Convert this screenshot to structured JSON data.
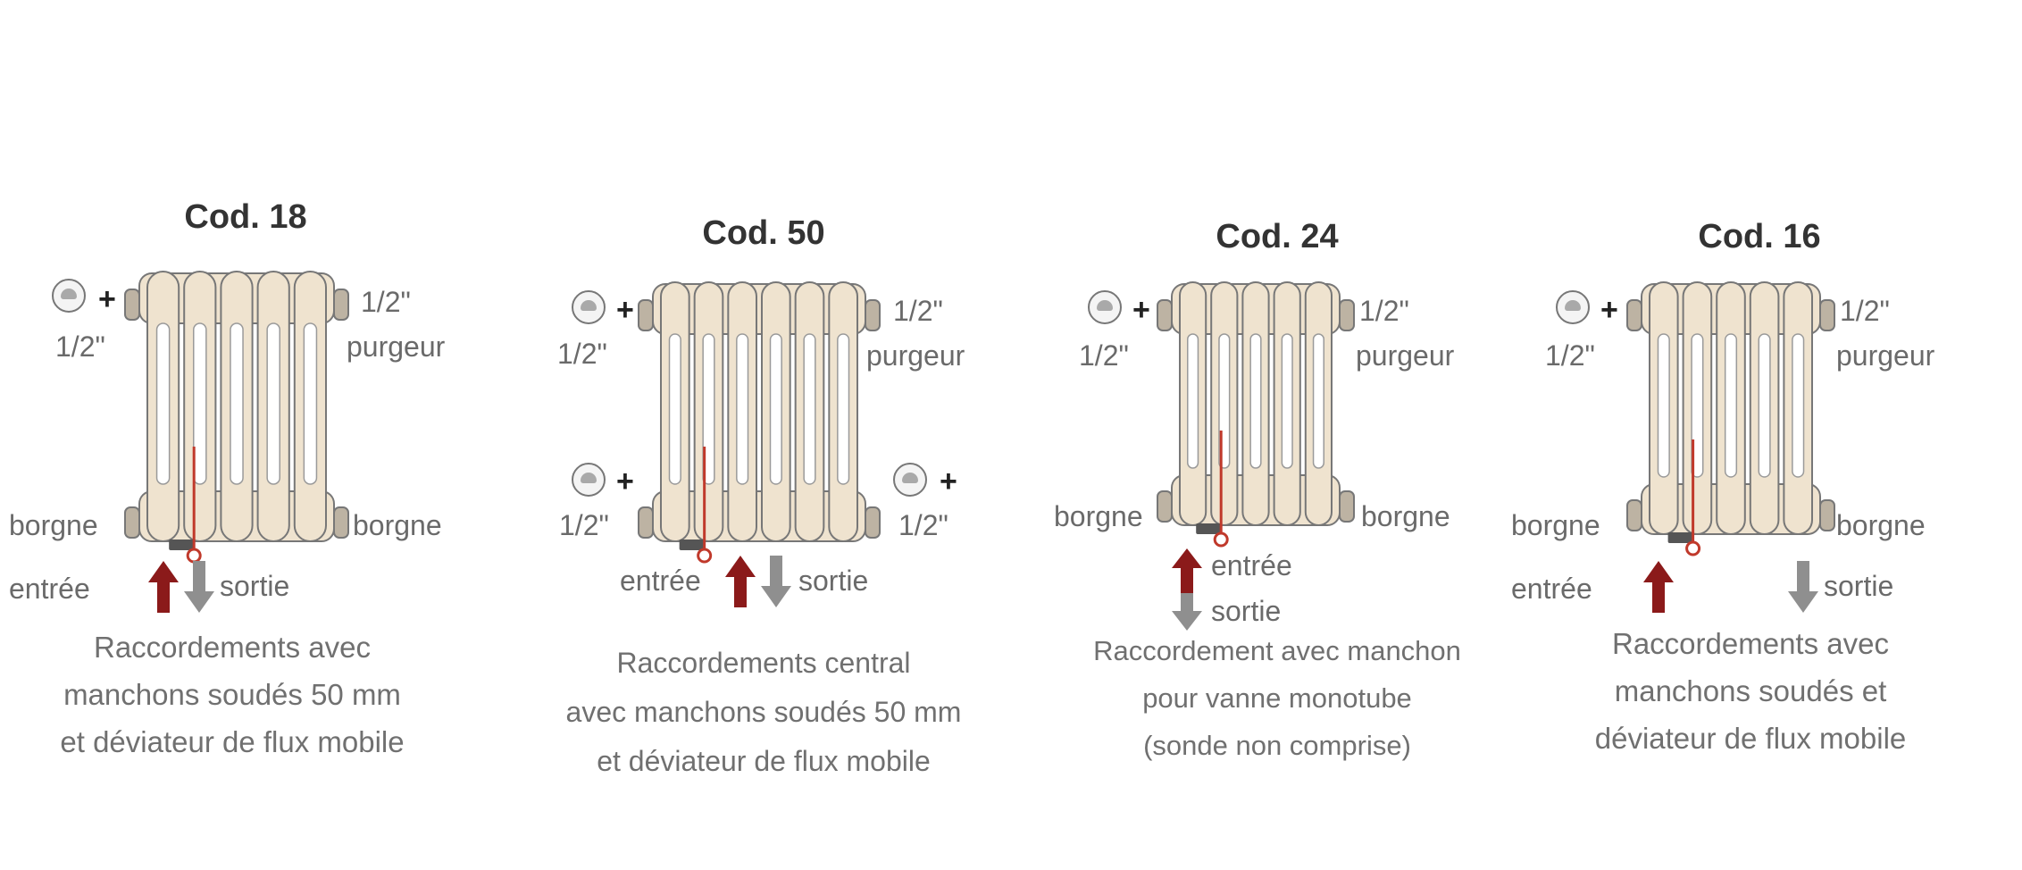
{
  "colors": {
    "radiator_fill": "#efe3cf",
    "radiator_stroke": "#777777",
    "inlet_arrow": "#8b1a1a",
    "outlet_arrow": "#8f8f8f",
    "probe": "#c0392b"
  },
  "icons": [
    "valve-head-icon",
    "inlet-arrow-icon",
    "outlet-arrow-icon"
  ],
  "panels": [
    {
      "title": "Cod. 18",
      "plus": "+",
      "top_left_size": "1/2\"",
      "top_right_size": "1/2\"",
      "purgeur": "purgeur",
      "bottom_left": "borgne",
      "bottom_right": "borgne",
      "entree": "entrée",
      "sortie": "sortie",
      "description": [
        "Raccordements avec",
        "manchons soudés 50 mm",
        "et déviateur de flux mobile"
      ]
    },
    {
      "title": "Cod. 50",
      "plus": "+",
      "top_left_size": "1/2\"",
      "top_right_size": "1/2\"",
      "purgeur": "purgeur",
      "bottom_left_size": "1/2\"",
      "bottom_right_size": "1/2\"",
      "entree": "entrée",
      "sortie": "sortie",
      "description": [
        "Raccordements central",
        "avec manchons soudés 50 mm",
        "et déviateur de flux mobile"
      ]
    },
    {
      "title": "Cod. 24",
      "plus": "+",
      "top_left_size": "1/2\"",
      "top_right_size": "1/2\"",
      "purgeur": "purgeur",
      "bottom_left": "borgne",
      "bottom_right": "borgne",
      "entree": "entrée",
      "sortie": "sortie",
      "description": [
        "Raccordement avec manchon",
        "pour vanne monotube",
        "(sonde non comprise)"
      ]
    },
    {
      "title": "Cod. 16",
      "plus": "+",
      "top_left_size": "1/2\"",
      "top_right_size": "1/2\"",
      "purgeur": "purgeur",
      "bottom_left": "borgne",
      "bottom_right": "borgne",
      "entree": "entrée",
      "sortie": "sortie",
      "description": [
        "Raccordements avec",
        "manchons soudés et",
        "déviateur de flux mobile"
      ]
    }
  ]
}
